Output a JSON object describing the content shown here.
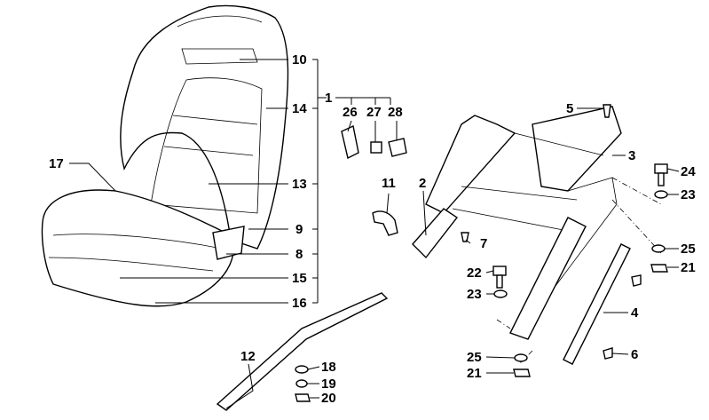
{
  "diagram": {
    "title": "Seat parts exploded view",
    "callouts": {
      "c10": "10",
      "c14": "14",
      "c13": "13",
      "c9": "9",
      "c8": "8",
      "c15": "15",
      "c16": "16",
      "c17": "17",
      "c1": "1",
      "c26": "26",
      "c27": "27",
      "c28": "28",
      "c11": "11",
      "c2": "2",
      "c5": "5",
      "c3": "3",
      "c24": "24",
      "c23a": "23",
      "c7": "7",
      "c25a": "25",
      "c21a": "21",
      "c22": "22",
      "c23b": "23",
      "c4": "4",
      "c25b": "25",
      "c21b": "21",
      "c6": "6",
      "c12": "12",
      "c18": "18",
      "c19": "19",
      "c20": "20"
    }
  }
}
